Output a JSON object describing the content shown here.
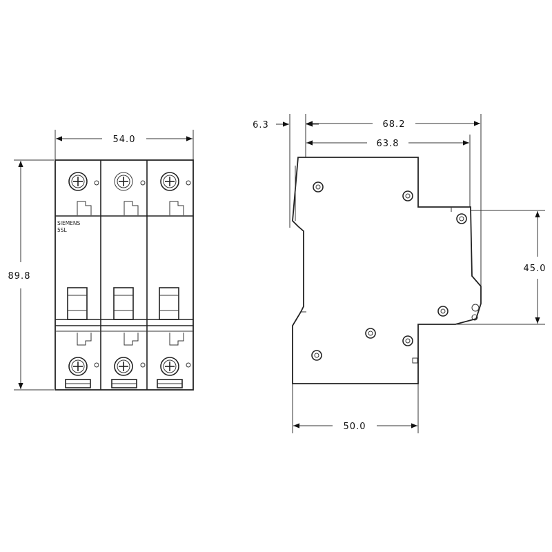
{
  "front_view": {
    "width_label": "54.0",
    "height_label": "89.8",
    "brand": "SIEMENS",
    "model": "5SL"
  },
  "side_view": {
    "depth_label": "68.2",
    "body_depth_label": "63.8",
    "offset_label": "6.3",
    "rail_label": "45.0",
    "base_label": "50.0"
  }
}
